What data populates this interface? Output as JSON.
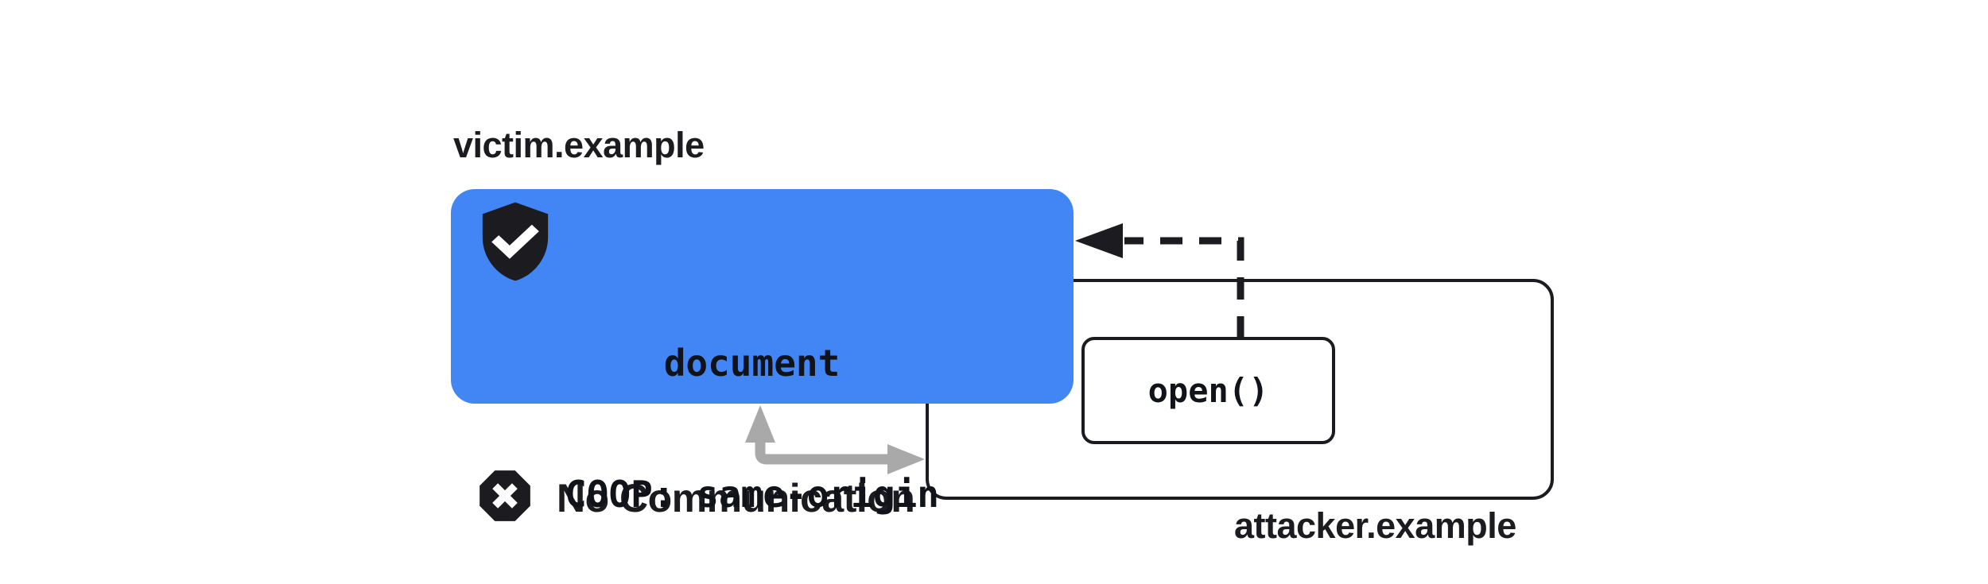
{
  "diagram": {
    "victim": {
      "domain_label": "victim.example",
      "document_label": "document",
      "coop_header": "COOP: same-origin"
    },
    "attacker": {
      "domain_label": "attacker.example",
      "open_label": "open()"
    },
    "status": {
      "no_communication_label": "No Communication"
    },
    "icons": {
      "shield_check": "shield-check-icon",
      "octagon_x": "octagon-x-icon"
    },
    "colors": {
      "background": "#ffffff",
      "victim_box_blue": "#4285F4",
      "ink": "#1b1b20",
      "icon_glyph_white": "#ffffff",
      "gray_arrow": "#a9a9a9"
    }
  }
}
